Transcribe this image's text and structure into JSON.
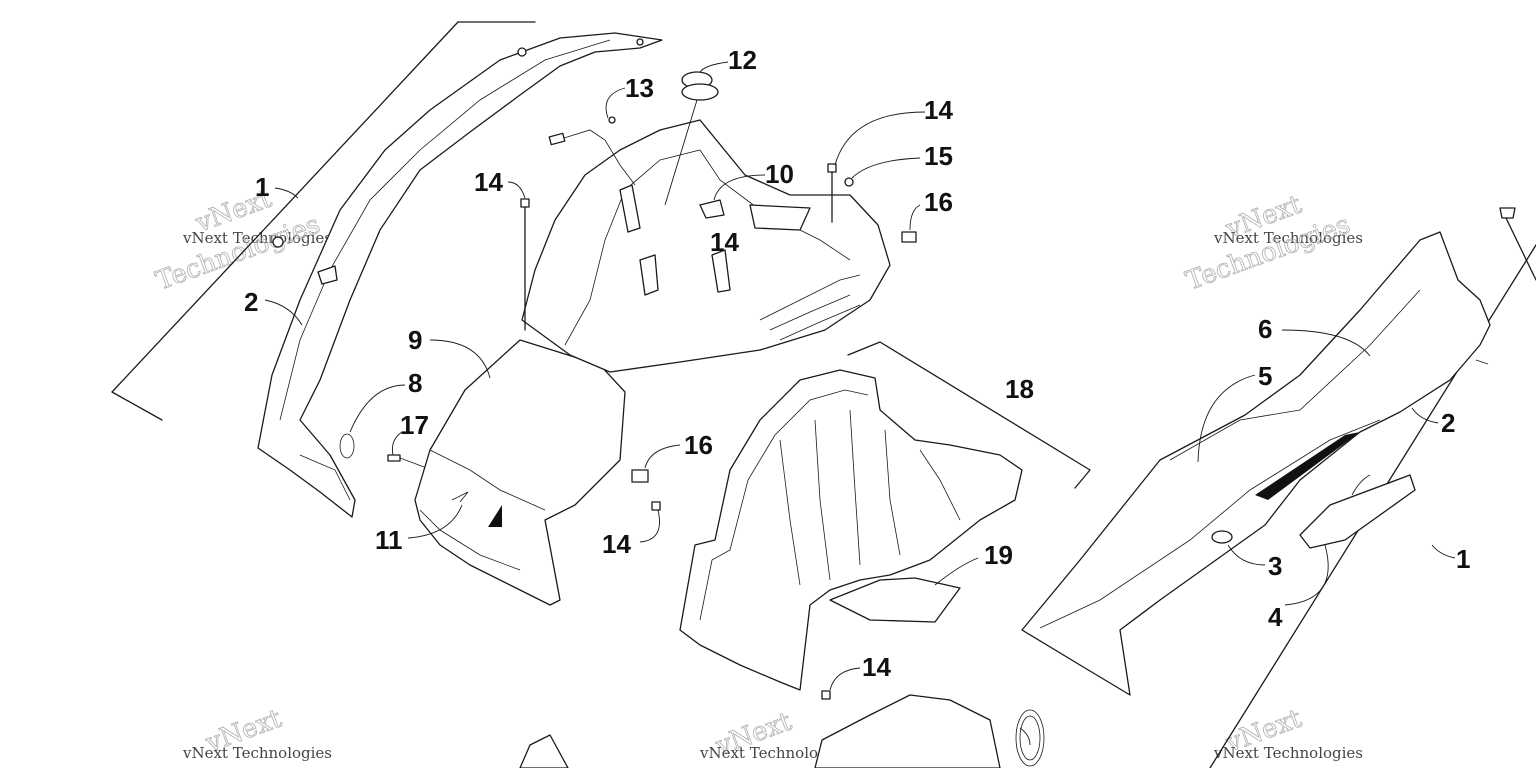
{
  "callouts": [
    {
      "id": "c1a",
      "text": "1"
    },
    {
      "id": "c2a",
      "text": "2"
    },
    {
      "id": "c8",
      "text": "8"
    },
    {
      "id": "c17",
      "text": "17"
    },
    {
      "id": "c11",
      "text": "11"
    },
    {
      "id": "c9",
      "text": "9"
    },
    {
      "id": "c14a",
      "text": "14"
    },
    {
      "id": "c13",
      "text": "13"
    },
    {
      "id": "c12",
      "text": "12"
    },
    {
      "id": "c10",
      "text": "10"
    },
    {
      "id": "c14b",
      "text": "14"
    },
    {
      "id": "c14c",
      "text": "14"
    },
    {
      "id": "c15",
      "text": "15"
    },
    {
      "id": "c16a",
      "text": "16"
    },
    {
      "id": "c16b",
      "text": "16"
    },
    {
      "id": "c14d",
      "text": "14"
    },
    {
      "id": "c18",
      "text": "18"
    },
    {
      "id": "c19",
      "text": "19"
    },
    {
      "id": "c14e",
      "text": "14"
    },
    {
      "id": "c6",
      "text": "6"
    },
    {
      "id": "c5",
      "text": "5"
    },
    {
      "id": "c2b",
      "text": "2"
    },
    {
      "id": "c3",
      "text": "3"
    },
    {
      "id": "c4",
      "text": "4"
    },
    {
      "id": "c1b",
      "text": "1"
    }
  ],
  "watermark": {
    "line1": "vNext",
    "line2": "vNext Technologies",
    "line3": "Technologies"
  },
  "colors": {
    "ink": "#1a1a1a",
    "watermark": "#b0b0b0",
    "background": "#ffffff"
  }
}
